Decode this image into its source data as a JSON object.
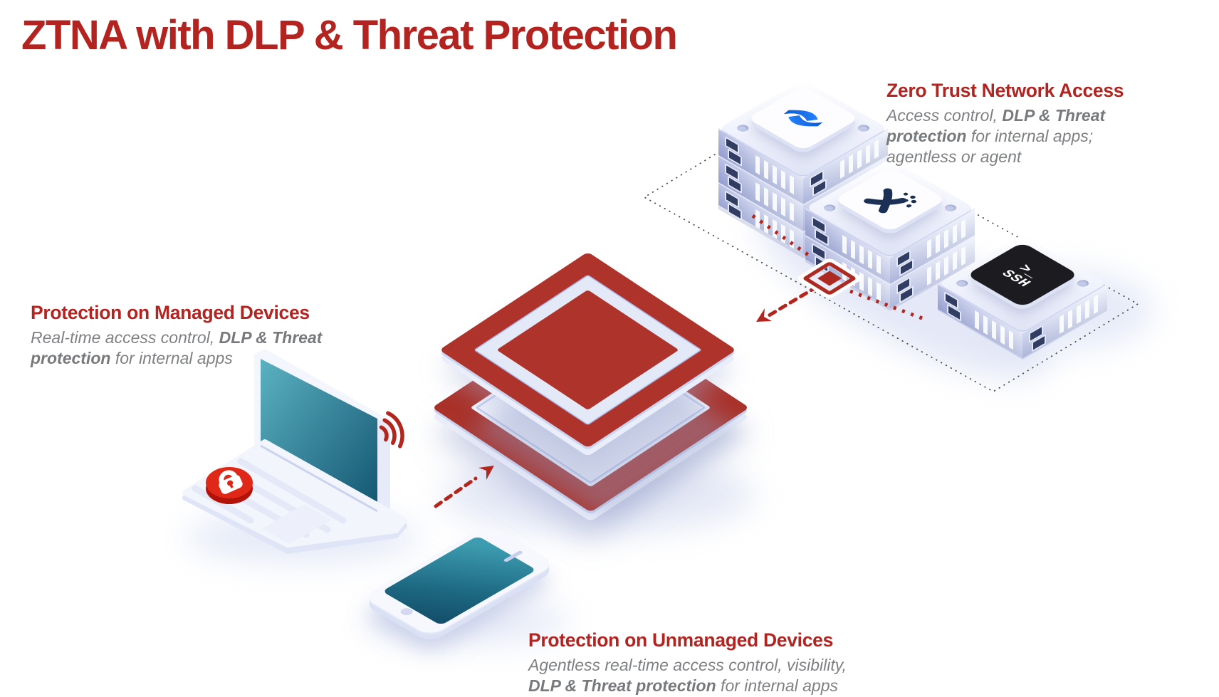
{
  "title": "ZTNA with DLP & Threat Protection",
  "annotations": {
    "ztna": {
      "heading": "Zero Trust Network Access",
      "lines": [
        [
          {
            "t": "Access control, ",
            "b": false
          },
          {
            "t": "DLP & Threat",
            "b": true
          }
        ],
        [
          {
            "t": "protection",
            "b": true
          },
          {
            "t": " for internal apps;",
            "b": false
          }
        ],
        [
          {
            "t": "agentless or agent",
            "b": false
          }
        ]
      ]
    },
    "managed": {
      "heading": "Protection on Managed Devices",
      "lines": [
        [
          {
            "t": "Real-time access control, ",
            "b": false
          },
          {
            "t": "DLP & Threat",
            "b": true
          }
        ],
        [
          {
            "t": "protection",
            "b": true
          },
          {
            "t": " for internal apps",
            "b": false
          }
        ]
      ]
    },
    "unmanaged": {
      "heading": "Protection on Unmanaged Devices",
      "lines": [
        [
          {
            "t": "Agentless real-time access control, visibility,",
            "b": false
          }
        ],
        [
          {
            "t": "DLP & Threat protection",
            "b": true
          },
          {
            "t": " for internal apps",
            "b": false
          }
        ]
      ]
    }
  },
  "ssh_tile": {
    "prompt": ">_",
    "label": "SSH"
  },
  "icons": {
    "stack1": "confluence-app-icon",
    "stack2": "x-app-icon",
    "stack3": "ssh-terminal-icon",
    "device_badge": "lock-badge-icon",
    "device_signal": "wifi-signal-icon",
    "gateway": "gateway-diamond-icon"
  },
  "colors": {
    "heading_red": "#B3231F",
    "shape_red": "#AC3029",
    "accent_red": "#B3261E",
    "badge_red": "#E02818",
    "text_gray": "#7E8083",
    "navy_glyph": "#1C2F55",
    "app_blue": "#1F6FEB",
    "screen_teal": "#3D9CAF",
    "lavender": "#DDE3F5"
  }
}
